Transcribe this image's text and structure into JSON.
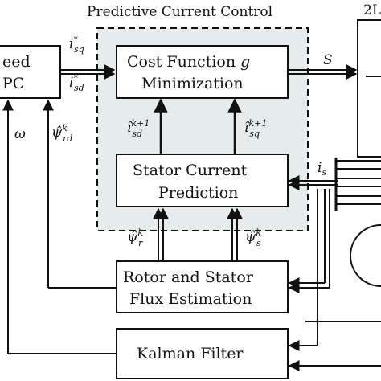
{
  "group": {
    "title": "Predictive Current Control"
  },
  "blocks": {
    "speed_mpc": {
      "line1": "eed",
      "line2": "PC"
    },
    "cost_function": {
      "line1": "Cost Function",
      "symbol": "g",
      "line2": "Minimization"
    },
    "stator_prediction": {
      "line1": "Stator Current",
      "line2": "Prediction"
    },
    "flux_estimation": {
      "line1": "Rotor and Stator",
      "line2": "Flux Estimation"
    },
    "kalman": {
      "label": "Kalman Filter"
    },
    "inverter": {
      "label": "2L"
    }
  },
  "signals": {
    "isq_ref": {
      "base": "i",
      "sub": "sq",
      "sup": "*"
    },
    "isd_ref": {
      "base": "i",
      "sub": "sd",
      "sup": "*"
    },
    "switching": {
      "base": "S"
    },
    "isd_pred": {
      "base": "î",
      "sub": "sd",
      "sup": "k+1"
    },
    "isq_pred": {
      "base": "î",
      "sub": "sq",
      "sup": "k+1"
    },
    "omega": {
      "base": "ω"
    },
    "psi_rd": {
      "base": "ψ̂",
      "sub": "rd",
      "sup": "k"
    },
    "psi_r": {
      "base": "ψ̂",
      "sub": "r",
      "sup": "k"
    },
    "psi_s": {
      "base": "ψ̂",
      "sub": "s",
      "sup": "k"
    },
    "is_meas": {
      "base": "i",
      "sub": "s"
    }
  },
  "colors": {
    "group_fill": "#e6ecec",
    "stroke": "#111111"
  }
}
